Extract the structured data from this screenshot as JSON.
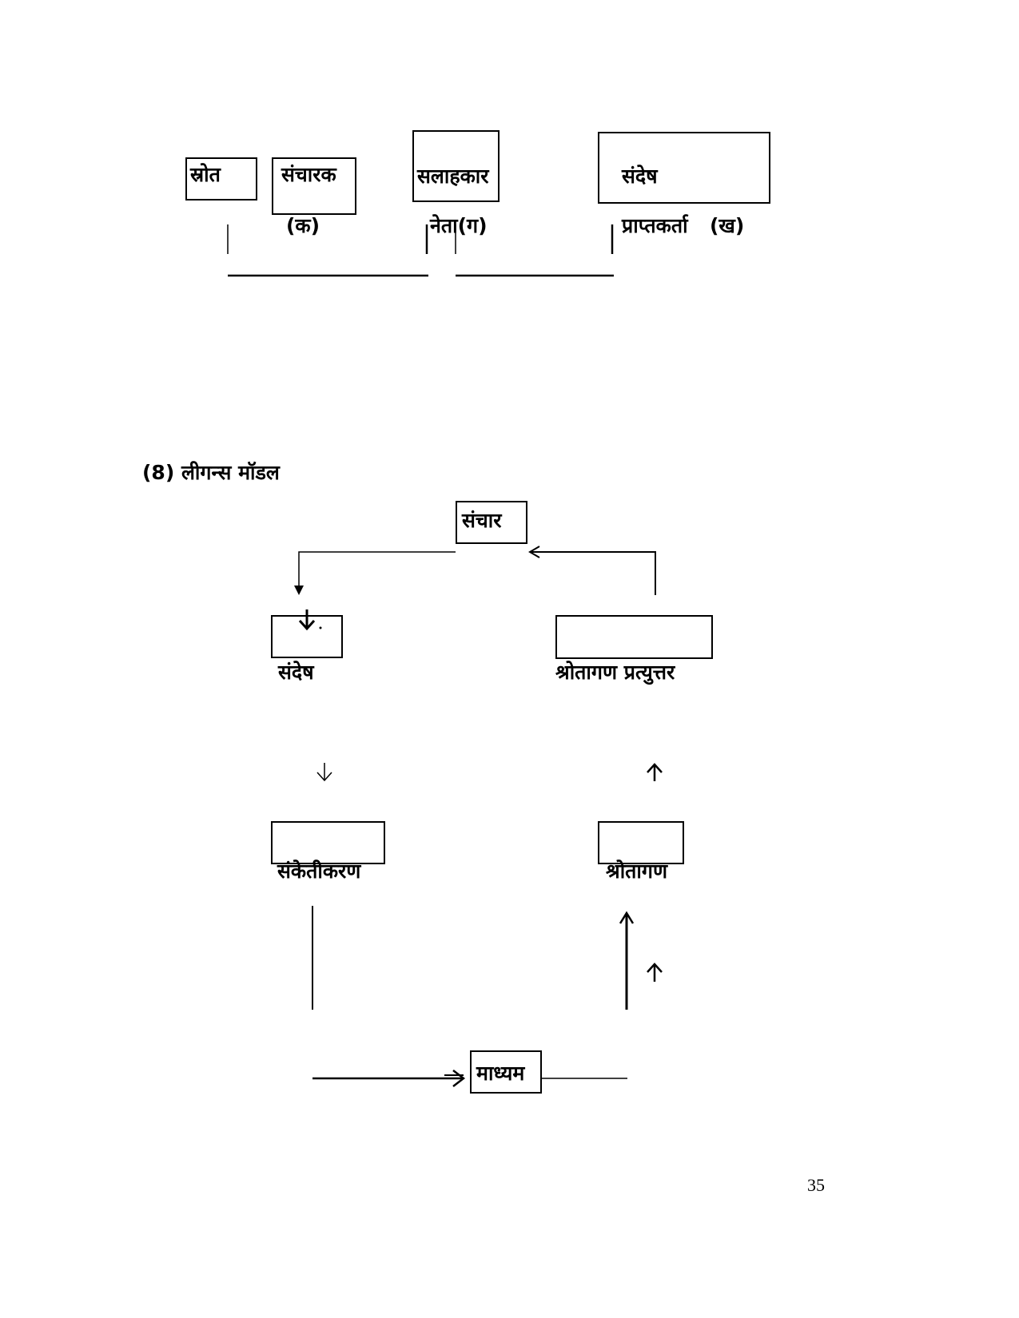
{
  "diagram1": {
    "source": "स्रोत",
    "communicator": "संचारक",
    "communicator_tag": "(क)",
    "advisor": "सलाहकार",
    "leader_tag": "नेता(ग)",
    "message": "संदेष",
    "receiver_tag": "प्राप्तकर्ता",
    "receiver_letter": "(ख)"
  },
  "diagram2": {
    "heading": "(8) लीगन्स मॉडल",
    "communication": "संचार",
    "message": "संदेष",
    "audience_response": "श्रोतागण प्रत्युत्तर",
    "encoding": "संकेतीकरण",
    "audience": "श्रोतागण",
    "medium": "माध्यम"
  },
  "page_number": "35"
}
